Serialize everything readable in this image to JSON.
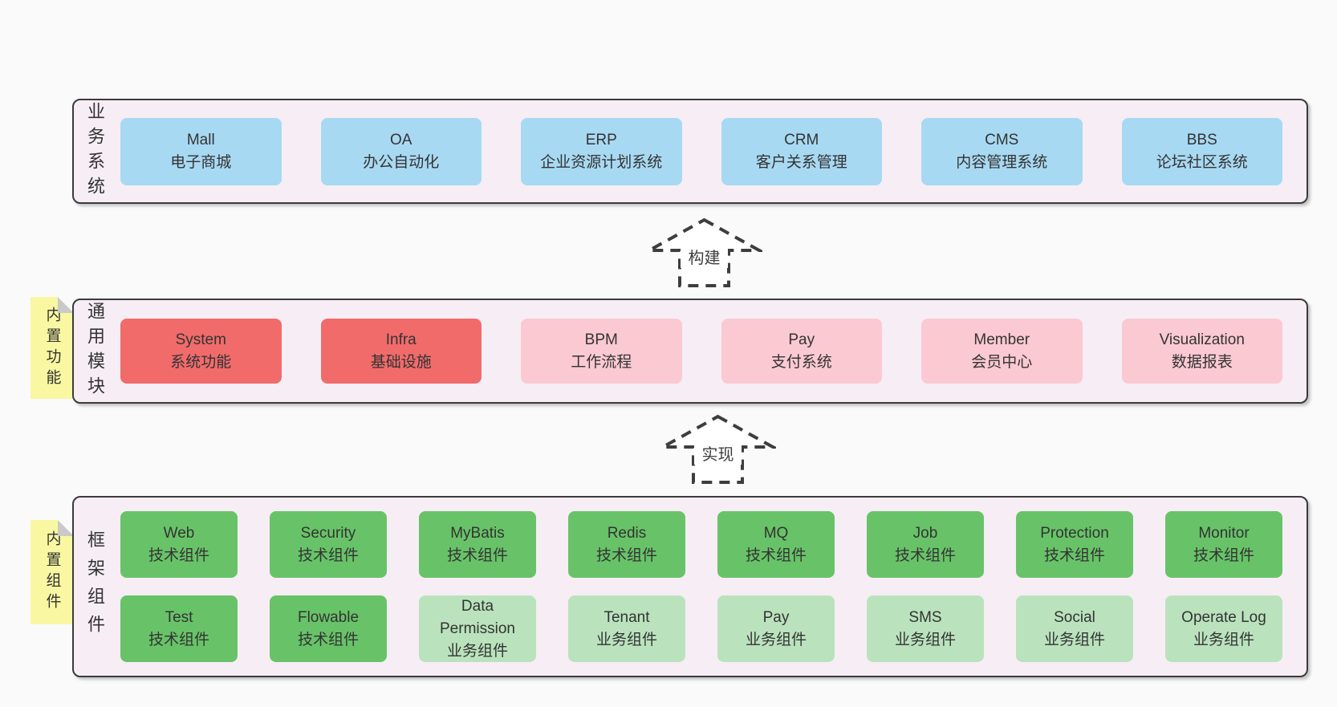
{
  "page": {
    "background": "#fafafa"
  },
  "colors": {
    "band_background": "#f7edf5",
    "band_border": "#3b3b3b",
    "blue": "#a8d9f2",
    "red": "#f16b6b",
    "pink": "#fbc9d2",
    "green": "#68c368",
    "lightgreen": "#bae3bd",
    "note_yellow": "#f9f7a1",
    "note_fold": "#c9c9c9",
    "text": "#333333",
    "arrow": "#3d3d3d"
  },
  "bands": [
    {
      "label": "业务系统",
      "note": null,
      "rows": [
        [
          {
            "title": "Mall",
            "subtitle": "电子商城",
            "variant": "blue"
          },
          {
            "title": "OA",
            "subtitle": "办公自动化",
            "variant": "blue"
          },
          {
            "title": "ERP",
            "subtitle": "企业资源计划系统",
            "variant": "blue"
          },
          {
            "title": "CRM",
            "subtitle": "客户关系管理",
            "variant": "blue"
          },
          {
            "title": "CMS",
            "subtitle": "内容管理系统",
            "variant": "blue"
          },
          {
            "title": "BBS",
            "subtitle": "论坛社区系统",
            "variant": "blue"
          }
        ]
      ]
    },
    {
      "label": "通用模块",
      "note": "内置功能",
      "rows": [
        [
          {
            "title": "System",
            "subtitle": "系统功能",
            "variant": "red"
          },
          {
            "title": "Infra",
            "subtitle": "基础设施",
            "variant": "red"
          },
          {
            "title": "BPM",
            "subtitle": "工作流程",
            "variant": "pink"
          },
          {
            "title": "Pay",
            "subtitle": "支付系统",
            "variant": "pink"
          },
          {
            "title": "Member",
            "subtitle": "会员中心",
            "variant": "pink"
          },
          {
            "title": "Visualization",
            "subtitle": "数据报表",
            "variant": "pink"
          }
        ]
      ]
    },
    {
      "label": "框架组件",
      "note": "内置组件",
      "rows": [
        [
          {
            "title": "Web",
            "subtitle": "技术组件",
            "variant": "green"
          },
          {
            "title": "Security",
            "subtitle": "技术组件",
            "variant": "green"
          },
          {
            "title": "MyBatis",
            "subtitle": "技术组件",
            "variant": "green"
          },
          {
            "title": "Redis",
            "subtitle": "技术组件",
            "variant": "green"
          },
          {
            "title": "MQ",
            "subtitle": "技术组件",
            "variant": "green"
          },
          {
            "title": "Job",
            "subtitle": "技术组件",
            "variant": "green"
          },
          {
            "title": "Protection",
            "subtitle": "技术组件",
            "variant": "green"
          },
          {
            "title": "Monitor",
            "subtitle": "技术组件",
            "variant": "green"
          }
        ],
        [
          {
            "title": "Test",
            "subtitle": "技术组件",
            "variant": "green"
          },
          {
            "title": "Flowable",
            "subtitle": "技术组件",
            "variant": "green"
          },
          {
            "title": "Data Permission",
            "subtitle": "业务组件",
            "variant": "lightgreen"
          },
          {
            "title": "Tenant",
            "subtitle": "业务组件",
            "variant": "lightgreen"
          },
          {
            "title": "Pay",
            "subtitle": "业务组件",
            "variant": "lightgreen"
          },
          {
            "title": "SMS",
            "subtitle": "业务组件",
            "variant": "lightgreen"
          },
          {
            "title": "Social",
            "subtitle": "业务组件",
            "variant": "lightgreen"
          },
          {
            "title": "Operate Log",
            "subtitle": "业务组件",
            "variant": "lightgreen"
          }
        ]
      ]
    }
  ],
  "arrows": [
    {
      "label": "构建"
    },
    {
      "label": "实现"
    }
  ]
}
